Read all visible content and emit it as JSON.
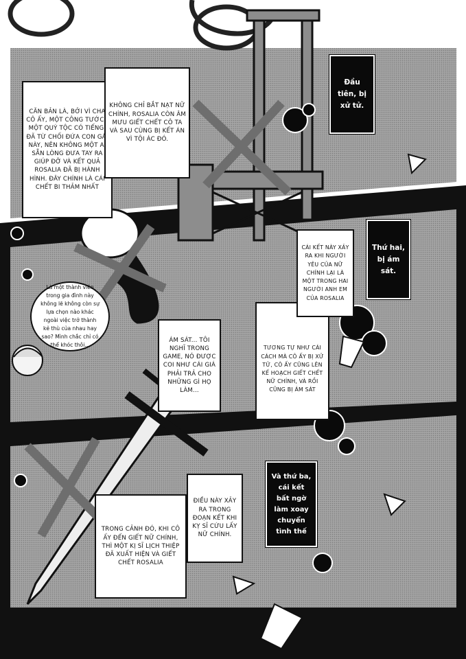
{
  "captions": {
    "first": "Đầu tiên, bị xử tử.",
    "second": "Thứ hai, bị ám sát.",
    "third": "Và thứ ba, cái kết bất ngờ làm xoay chuyển tình thế"
  },
  "narration": {
    "box1": "Căn bản là, bởi vì cha cô ấy, một công tước - một quý tộc có tiếng, đã từ chối đứa con gái này, nên không một ai sẵn lòng đưa tay ra giúp đỡ và kết quả Rosalia đã bị hành hình. Đây chính là cái chết bi thảm nhất",
    "box2": "Không chỉ bắt nạt nữ chính, Rosalia còn âm mưu giết chết cô ta và sau cùng bị kết án vì tội ác đó.",
    "box3": "Cái kết này xảy ra khi người yêu của nữ chính lại là một trong hai người anh em của Rosalia",
    "box4": "Tương tự như cái cách mà cô ấy bị xử tử, cô ấy cũng lên kế hoạch giết chết nữ chính, và rồi cũng bị ám sát",
    "box5": "Ám sát... tôi nghĩ trong game, nó được coi như cái giá phải trả cho những gì họ làm...",
    "box6": "Trong cảnh đó, khi cô ấy đến giết nữ chính, thì một kị sĩ lịch thiệp đã xuất hiện và giết chết Rosalia",
    "box7": "Điều này xảy ra trong đoạn kết khi kỵ sĩ cứu lấy nữ chính."
  },
  "speech": {
    "bubble1": "Là một thành viên trong gia đình này không lẽ không còn sự lựa chọn nào khác ngoài việc trở thành kẻ thù của nhau hay sao? Mình chắc chỉ có thể khóc thôi..."
  },
  "colors": {
    "panel": "#9a9a9a",
    "ink": "#0a0a0a",
    "x_mark": "#6e6e6e"
  }
}
